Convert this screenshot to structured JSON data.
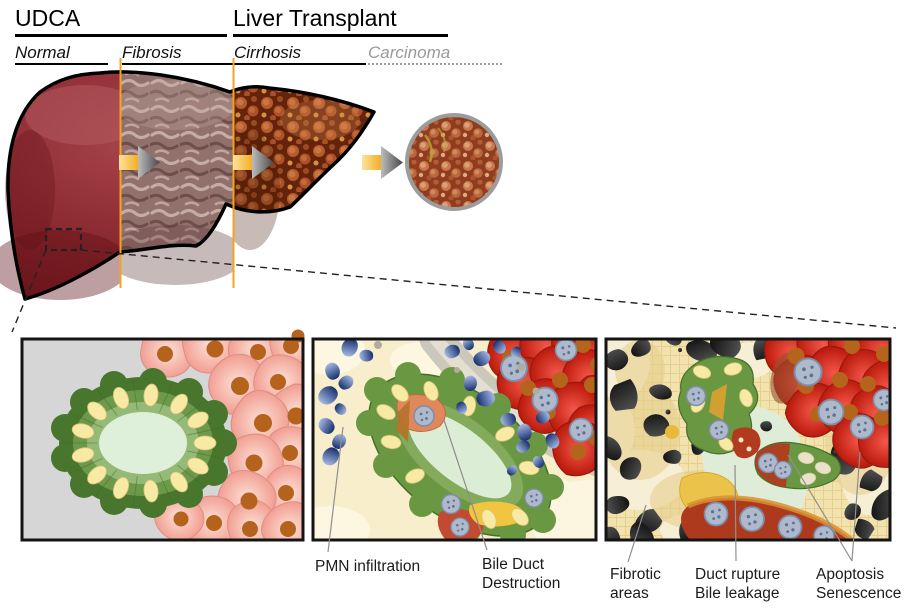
{
  "figure": {
    "treatments": [
      {
        "label": "UDCA"
      },
      {
        "label": "Liver Transplant"
      }
    ],
    "stages": [
      {
        "label": "Normal"
      },
      {
        "label": "Fibrosis"
      },
      {
        "label": "Cirrhosis"
      },
      {
        "label": "Carcinoma"
      }
    ],
    "panel_annotations": [
      {
        "lines": [
          "PMN infiltration"
        ]
      },
      {
        "lines": [
          "Bile Duct",
          "Destruction"
        ]
      },
      {
        "lines": [
          "Fibrotic",
          "areas"
        ]
      },
      {
        "lines": [
          "Duct rupture",
          "Bile leakage"
        ]
      },
      {
        "lines": [
          "Apoptosis",
          "Senescence"
        ]
      }
    ],
    "colors": {
      "stage_divider_line": "#F5A31F",
      "carcinoma_text": "#9A9A9A",
      "normal_liver": "#8C2830",
      "fibrosis_liver": "#92706C",
      "cirrhosis_liver": "#64230A",
      "bile_duct_green": "#6A9842",
      "hepatocyte_pink": "#F4A298",
      "hepatocyte_red": "#D92C1C",
      "pmn_blue": "#2B4A8E",
      "bile_yellow": "#ECC34A",
      "senescent_nucleus_gray": "#AEB9CC",
      "nucleus_orange": "#B5621C",
      "panel1_background": "#D6D6D6",
      "panel23_background": "#F8EECB"
    }
  }
}
